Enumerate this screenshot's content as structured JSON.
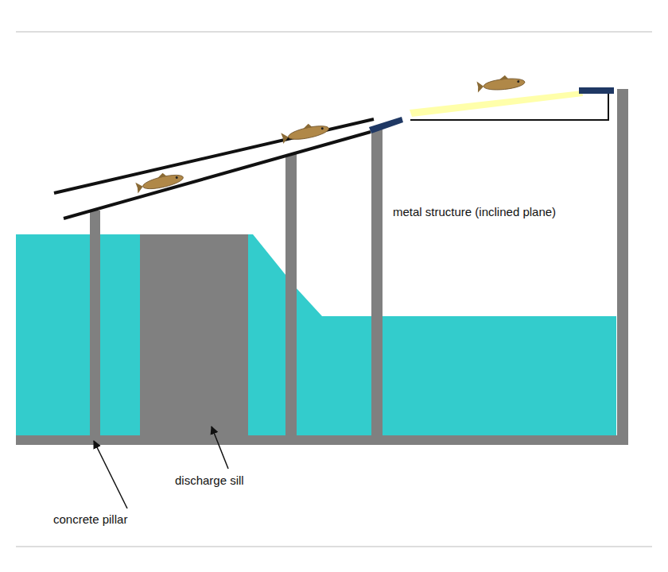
{
  "diagram": {
    "labels": [
      "metal structure (inclined plane)",
      "discharge sill",
      "concrete pillar"
    ]
  }
}
